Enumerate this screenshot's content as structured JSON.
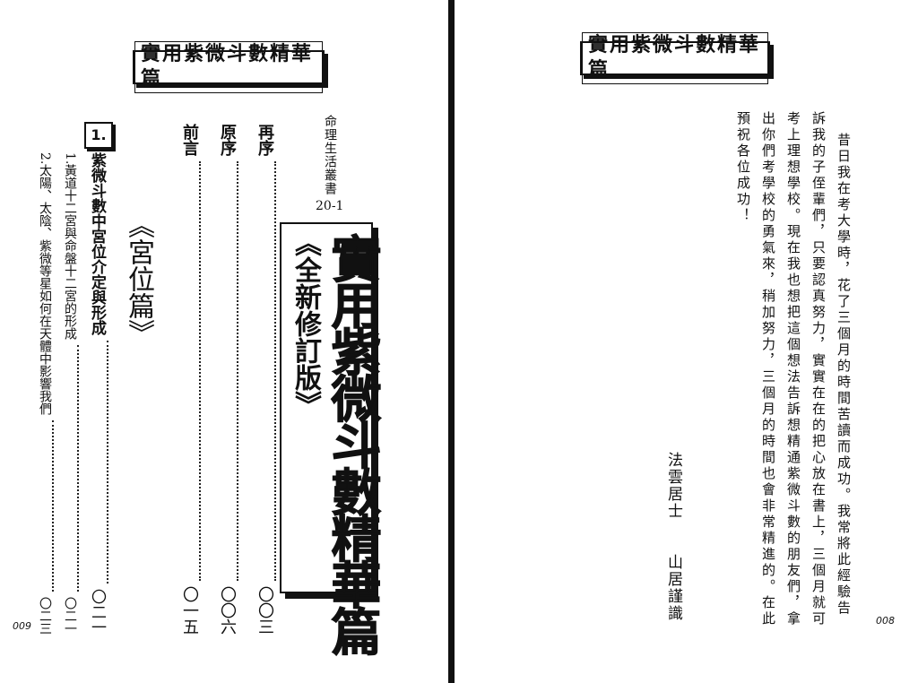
{
  "left_page": {
    "header": "實用紫微斗數精華篇",
    "series": "命理生活叢書",
    "series_number": "20-1",
    "cover_title": "實用紫微斗數精華篇",
    "cover_subtitle": "《全新修訂版》",
    "toc": [
      {
        "label": "再序",
        "page": "〇〇三"
      },
      {
        "label": "原序",
        "page": "〇〇六"
      },
      {
        "label": "前言",
        "page": "〇一五"
      }
    ],
    "part_title": "《宮位篇》",
    "chapter_number": "1.",
    "chapter_title": "紫微斗數中宮位介定與形成",
    "chapter_page": "〇二一",
    "sections": [
      {
        "label": "1.黃道十二宮與命盤十二宮的形成",
        "page": "〇二一"
      },
      {
        "label": "2.太陽、太陰、紫微等星如何在天體中影響我們",
        "page": "〇二三"
      }
    ],
    "page_number": "009"
  },
  "right_page": {
    "header": "實用紫微斗數精華篇",
    "body_lines": [
      "昔日我在考大學時，花了三個月的時間苦讀而成功。我常將此經驗告",
      "訴我的子侄輩們，只要認真努力，實實在在的把心放在書上，三個月就可",
      "考上理想學校。現在我也想把這個想法告訴想精通紫微斗數的朋友們，拿",
      "出你們考學校的勇氣來，稍加努力，三個月的時間也會非常精進的。在此",
      "預祝各位成功！"
    ],
    "signature_name": "法雲居士",
    "signature_note": "山居謹識",
    "page_number": "008"
  }
}
